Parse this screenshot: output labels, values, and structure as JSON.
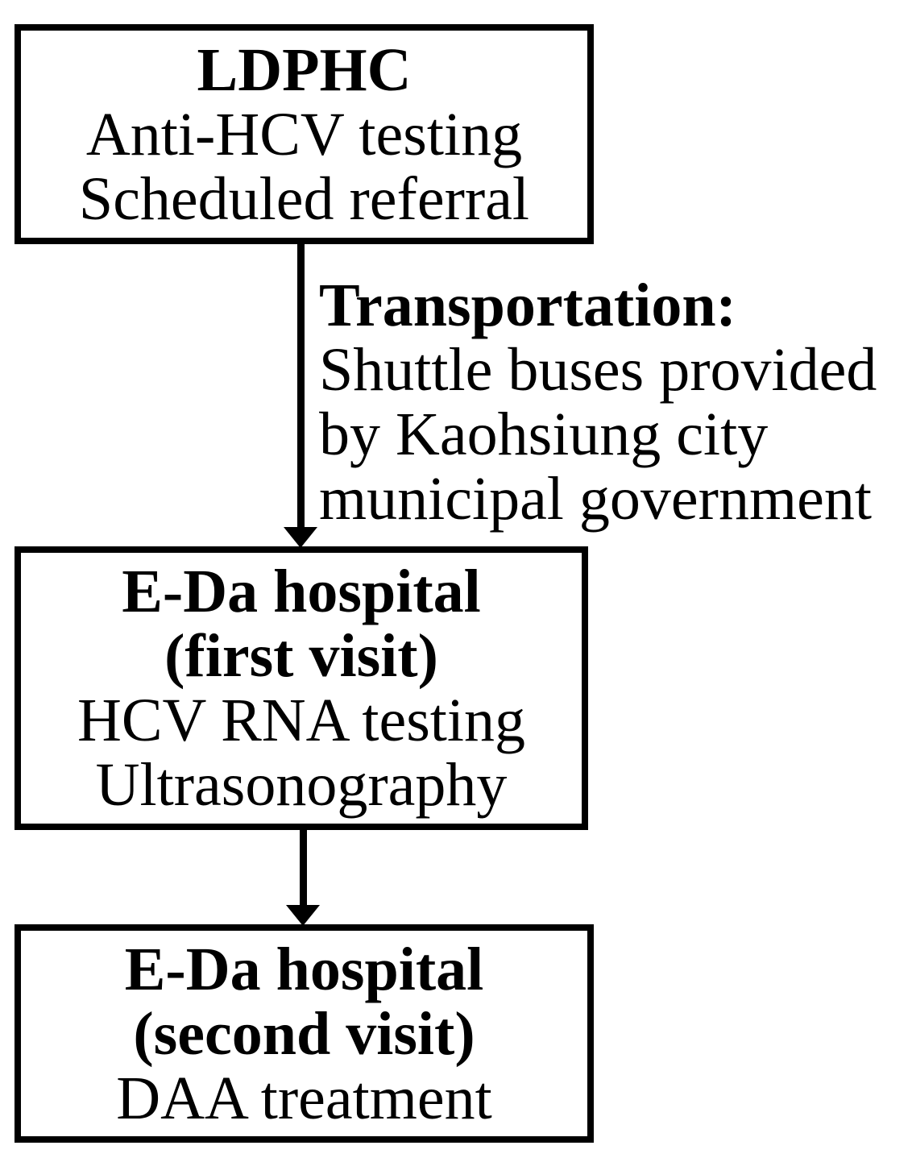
{
  "flowchart": {
    "colors": {
      "background": "#ffffff",
      "line": "#000000",
      "text": "#000000"
    },
    "nodes": [
      {
        "name": "ldphc",
        "lines": [
          "LDPHC",
          "Anti-HCV testing",
          "Scheduled referral"
        ]
      },
      {
        "name": "eda-hospital-first-visit",
        "lines": [
          "E-Da hospital",
          "(first visit)",
          "HCV RNA testing",
          "Ultrasonography"
        ]
      },
      {
        "name": "eda-hospital-second-visit",
        "lines": [
          "E-Da hospital",
          "(second visit)",
          "DAA treatment"
        ]
      }
    ],
    "edges": [
      {
        "from": "ldphc",
        "to": "eda-hospital-first-visit",
        "label_lines": [
          "Transportation:",
          "Shuttle buses provided",
          "by Kaohsiung city",
          "municipal government"
        ]
      },
      {
        "from": "eda-hospital-first-visit",
        "to": "eda-hospital-second-visit",
        "label_lines": []
      }
    ]
  }
}
